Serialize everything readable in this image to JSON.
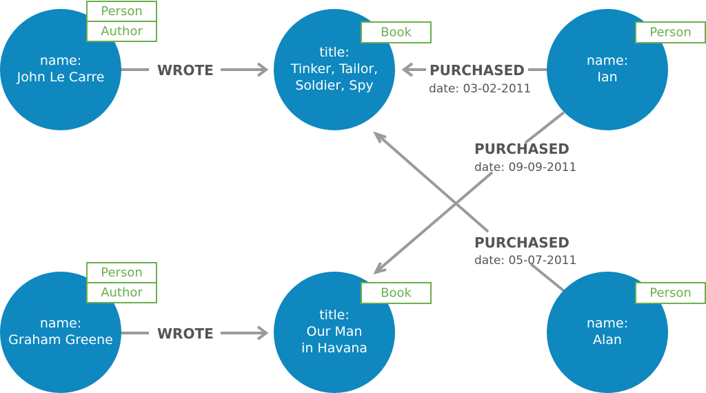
{
  "colors": {
    "node_fill": "#0e88bf",
    "label_border": "#6ab04c",
    "label_text": "#6ab04c",
    "edge": "#9a9a9a",
    "edge_text": "#555555"
  },
  "nodes": [
    {
      "id": "john",
      "labels": [
        "Person",
        "Author"
      ],
      "prop_key": "name:",
      "prop_lines": [
        "John Le Carre"
      ]
    },
    {
      "id": "tinker",
      "labels": [
        "Book"
      ],
      "prop_key": "title:",
      "prop_lines": [
        "Tinker, Tailor,",
        "Soldier, Spy"
      ]
    },
    {
      "id": "ian",
      "labels": [
        "Person"
      ],
      "prop_key": "name:",
      "prop_lines": [
        "Ian"
      ]
    },
    {
      "id": "graham",
      "labels": [
        "Person",
        "Author"
      ],
      "prop_key": "name:",
      "prop_lines": [
        "Graham Greene"
      ]
    },
    {
      "id": "havana",
      "labels": [
        "Book"
      ],
      "prop_key": "title:",
      "prop_lines": [
        "Our Man",
        "in Havana"
      ]
    },
    {
      "id": "alan",
      "labels": [
        "Person"
      ],
      "prop_key": "name:",
      "prop_lines": [
        "Alan"
      ]
    }
  ],
  "relationships": [
    {
      "id": "john-wrote",
      "type": "WROTE",
      "property": ""
    },
    {
      "id": "ian-purchased-tinker",
      "type": "PURCHASED",
      "property": "date: 03-02-2011"
    },
    {
      "id": "ian-purchased-havana",
      "type": "PURCHASED",
      "property": "date: 09-09-2011"
    },
    {
      "id": "alan-purchased-tinker",
      "type": "PURCHASED",
      "property": "date: 05-07-2011"
    },
    {
      "id": "graham-wrote",
      "type": "WROTE",
      "property": ""
    }
  ]
}
